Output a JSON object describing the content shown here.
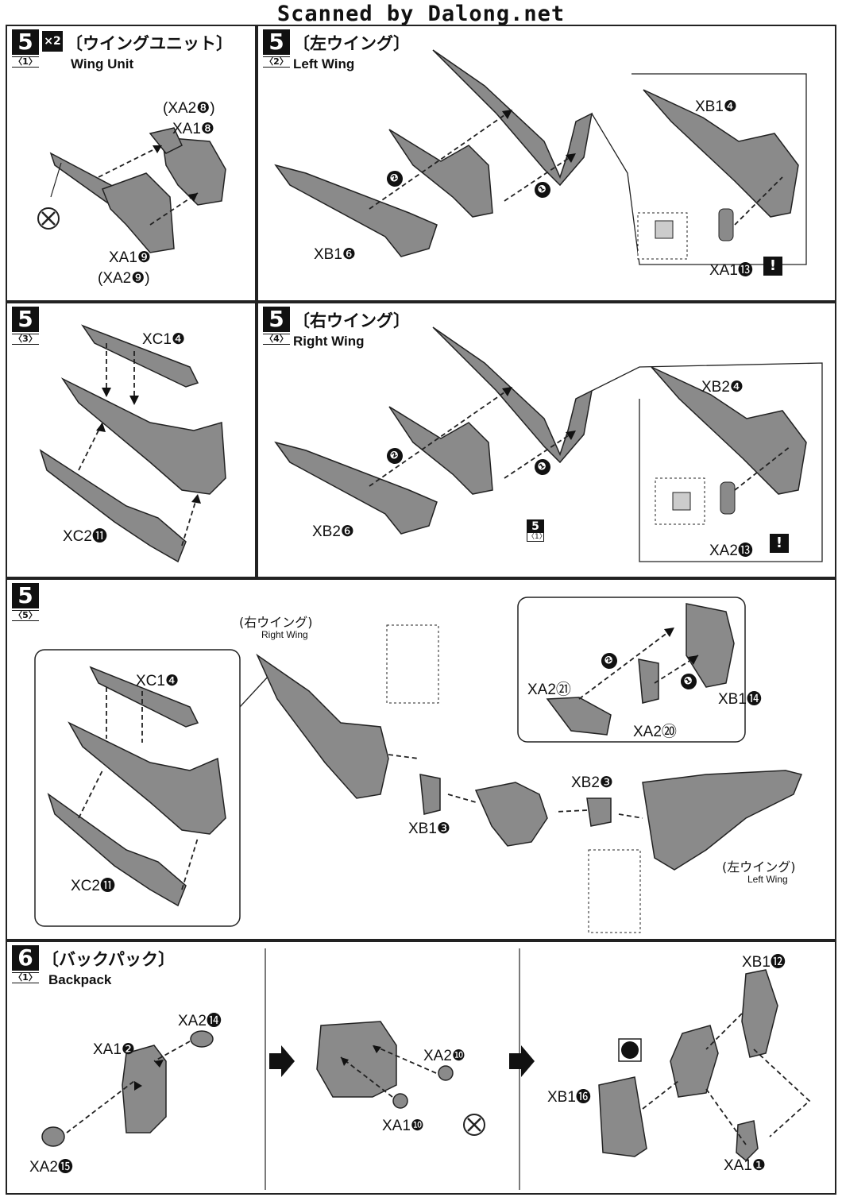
{
  "header": {
    "text": "Scanned by Dalong.net"
  },
  "panels": {
    "p5_1": {
      "step": "5",
      "sub": "〈1〉",
      "mult": "×2",
      "title_jp": "〔ウイングユニット〕",
      "title_en": "Wing Unit",
      "labels": [
        "(XA2❽)",
        "XA1❽",
        "XA1❾",
        "(XA2❾)"
      ]
    },
    "p5_2": {
      "step": "5",
      "sub": "〈2〉",
      "title_jp": "〔左ウイング〕",
      "title_en": "Left Wing",
      "labels": [
        "XB1❻",
        "XB1❹",
        "XA1⓭"
      ],
      "seq": [
        "❷",
        "❶"
      ]
    },
    "p5_3": {
      "step": "5",
      "sub": "〈3〉",
      "labels": [
        "XC1❹",
        "XC2⓫"
      ]
    },
    "p5_4": {
      "step": "5",
      "sub": "〈4〉",
      "title_jp": "〔右ウイング〕",
      "title_en": "Right Wing",
      "labels": [
        "XB2❻",
        "XB2❹",
        "XA2⓭"
      ],
      "seq": [
        "❷",
        "❶"
      ],
      "ref": {
        "n": "5",
        "s": "〈1〉"
      }
    },
    "p5_5": {
      "step": "5",
      "sub": "〈5〉",
      "right_wing_jp": "(右ウイング)",
      "right_wing_en": "Right Wing",
      "left_wing_jp": "(左ウイング)",
      "left_wing_en": "Left Wing",
      "labels": [
        "XC1❹",
        "XC2⓫",
        "XB1❸",
        "XB2❸",
        "XA2㉑",
        "XA2⑳",
        "XB1⓮"
      ],
      "seq": [
        "❷",
        "❶"
      ]
    },
    "p6_1": {
      "step": "6",
      "sub": "〈1〉",
      "title_jp": "〔バックパック〕",
      "title_en": "Backpack",
      "labels": [
        "XA2⓮",
        "XA1❷",
        "XA2⓯",
        "XA2❿",
        "XA1❿",
        "XB1⓬",
        "XB1⓰",
        "XA1❶"
      ]
    }
  },
  "warn_symbol": "!"
}
